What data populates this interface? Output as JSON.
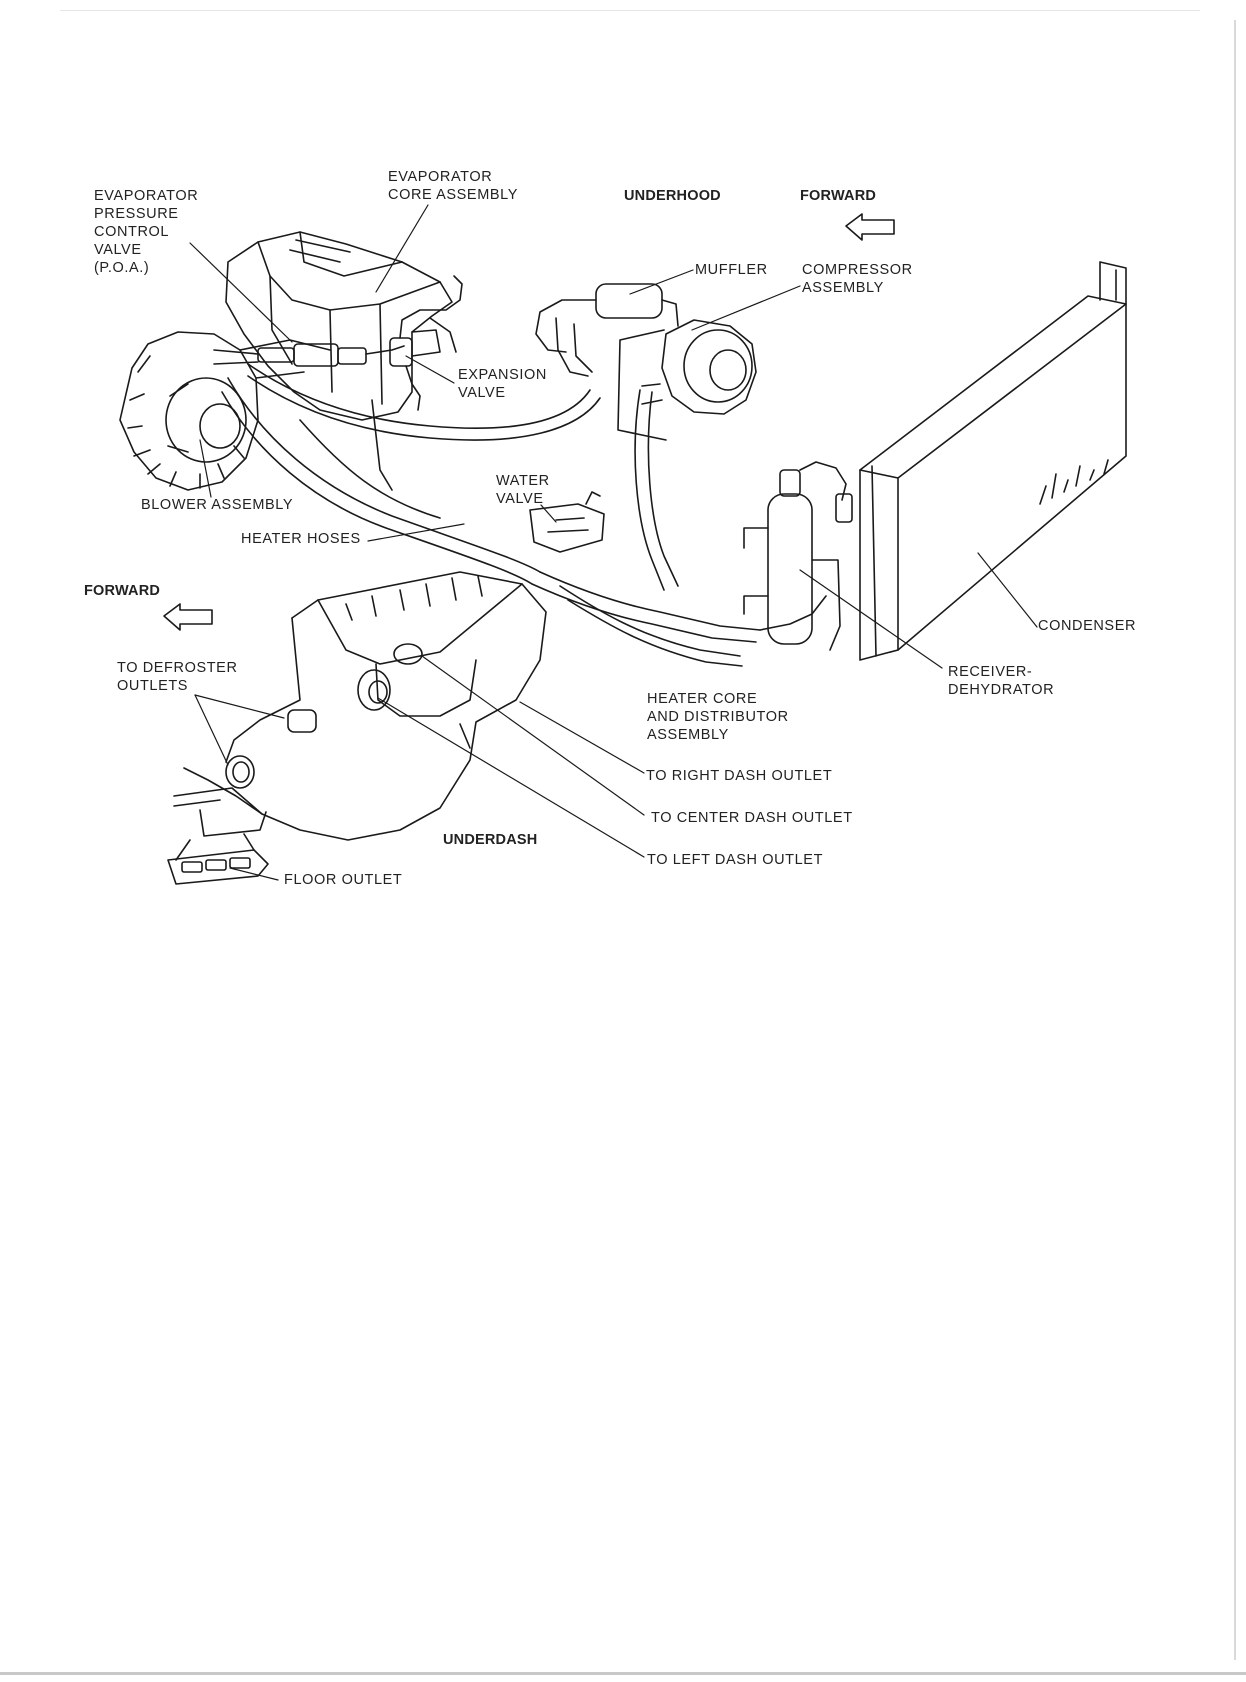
{
  "headings": {
    "underhood": "UNDERHOOD",
    "forward_top": "FORWARD",
    "forward_left": "FORWARD",
    "underdash": "UNDERDASH"
  },
  "labels": {
    "evap_pressure_control_valve": "EVAPORATOR\nPRESSURE\nCONTROL\nVALVE\n(P.O.A.)",
    "evap_core_assembly": "EVAPORATOR\nCORE ASSEMBLY",
    "muffler": "MUFFLER",
    "compressor_assembly": "COMPRESSOR\nASSEMBLY",
    "expansion_valve": "EXPANSION\nVALVE",
    "water_valve": "WATER\nVALVE",
    "blower_assembly": "BLOWER ASSEMBLY",
    "heater_hoses": "HEATER HOSES",
    "condenser": "CONDENSER",
    "receiver_dehydrator": "RECEIVER-\nDEHYDRATOR",
    "to_defroster_outlets": "TO DEFROSTER\nOUTLETS",
    "heater_core_distributor": "HEATER CORE\nAND DISTRIBUTOR\nASSEMBLY",
    "to_right_dash_outlet": "TO RIGHT DASH OUTLET",
    "to_center_dash_outlet": "TO CENTER DASH OUTLET",
    "to_left_dash_outlet": "TO LEFT DASH OUTLET",
    "floor_outlet": "FLOOR OUTLET"
  }
}
